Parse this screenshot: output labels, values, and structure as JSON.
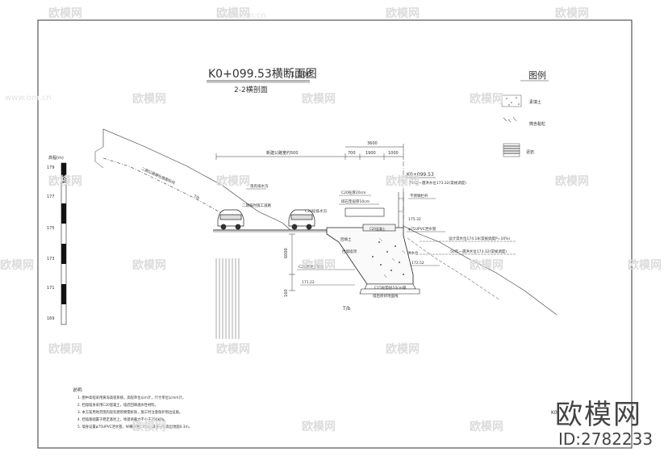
{
  "drawing": {
    "title": "K0+099.53横断面图",
    "scale": "1:100",
    "subtitle": "2-2横剖面",
    "legend_title": "图例",
    "legend_items": [
      {
        "label": "素填土"
      },
      {
        "label": "微含黏粒"
      },
      {
        "label": "泥岩"
      }
    ],
    "ruler_label": "高程(m)",
    "ruler_ticks": [
      "179",
      "177",
      "175",
      "173",
      "171",
      "169"
    ],
    "dims": {
      "road_width": "新建公路宽约500",
      "total": "3600",
      "d1": "700",
      "d2": "1900",
      "d3": "1000",
      "height": "6000",
      "small": "160"
    },
    "station": "K0+099.53",
    "annotations": [
      "二期公路硬化路面标线",
      "现有排水沟",
      "二期临时施工道路",
      "C20混凝土",
      "碎石垫层厚10cm",
      "C20砼排水沟",
      "C20砼厚20cm",
      "不锈钢栏杆",
      "施工后地面线",
      "φ75UPVC泄水管",
      "反滤层",
      "T/b",
      "回填土",
      "挡墙墙顶",
      "C20混凝土墙身",
      "C15砼垫层10cm厚",
      "墙后原状地面线",
      "设计常水位174.18(常规调度P=10%)",
      "50年一遇洪水位173.32(常规调度)",
      "洪水位",
      "175.32",
      "172.52",
      "171.22",
      "T/b"
    ],
    "notes_title": "说明:",
    "notes": [
      "1. 图中高程采用黄海高程系统，高程单位以m计，尺寸单位以mm计。",
      "2. 挡墙墙身采用C20混凝土，墙后回填透水性材料。",
      "3. 本方案用地范围内现有建筑物需拆除，施工时注意保护周边设施。",
      "4. 挡墙基础置于稳定基岩上，地基承载力不小于250kPa。",
      "5. 墙身设置φ75UPVC泄水管，纵横间距2.0m，最低一排高出地面0.3m。"
    ],
    "partial_code": "K0"
  },
  "watermark": {
    "text": "欧模网",
    "url": "www.om.cn"
  },
  "brand": {
    "name": "欧模网",
    "id": "ID:2782233"
  }
}
